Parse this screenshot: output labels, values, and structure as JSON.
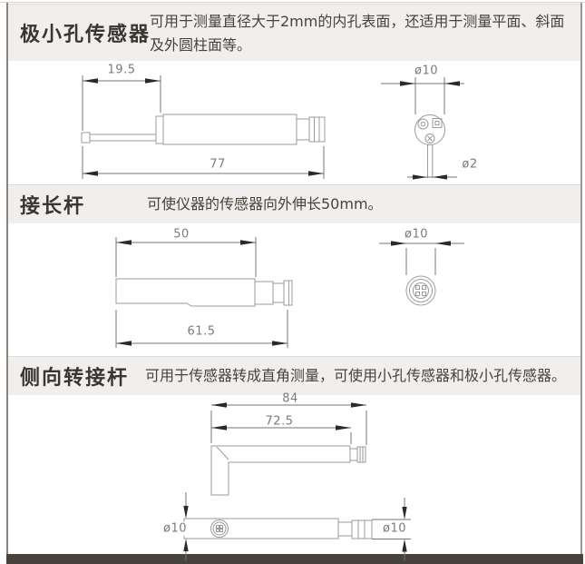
{
  "page": {
    "sections": [
      {
        "title": "极小孔传感器",
        "description": "可用于测量直径大于2mm的内孔表面，还适用于测量平面、斜面及外圆柱面等。",
        "dimensions": {
          "tip_length": "19.5",
          "overall_length": "77",
          "body_diameter": "ø10",
          "tip_diameter": "ø2"
        }
      },
      {
        "title": "接长杆",
        "description": "可使仪器的传感器向外伸长50mm。",
        "dimensions": {
          "extension_length": "50",
          "overall_length": "61.5",
          "diameter": "ø10"
        }
      },
      {
        "title": "侧向转接杆",
        "description": "可用于传感器转成直角测量，可使用小孔传感器和极小孔传感器。",
        "dimensions": {
          "overall_length": "84",
          "arm_length": "72.5",
          "left_diameter": "ø10",
          "right_diameter": "ø10"
        }
      }
    ]
  }
}
